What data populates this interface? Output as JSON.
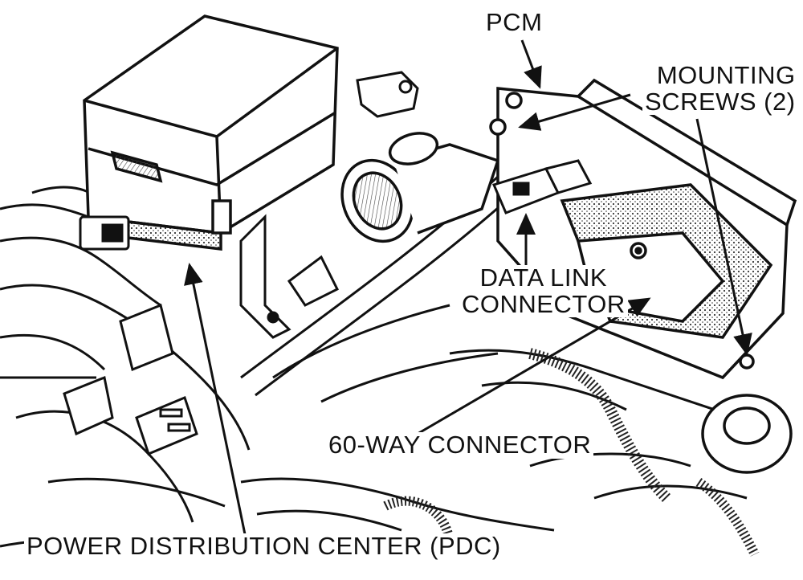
{
  "labels": {
    "pcm": "PCM",
    "mounting_line1": "MOUNTING",
    "mounting_line2": "SCREWS (2)",
    "dlc_line1": "DATA LINK",
    "dlc_line2": "CONNECTOR",
    "sixty_way": "60-WAY CONNECTOR",
    "pdc": "POWER DISTRIBUTION CENTER (PDC)"
  },
  "colors": {
    "ink": "#111111",
    "paper": "#ffffff",
    "shade": "#cfcfcf"
  }
}
